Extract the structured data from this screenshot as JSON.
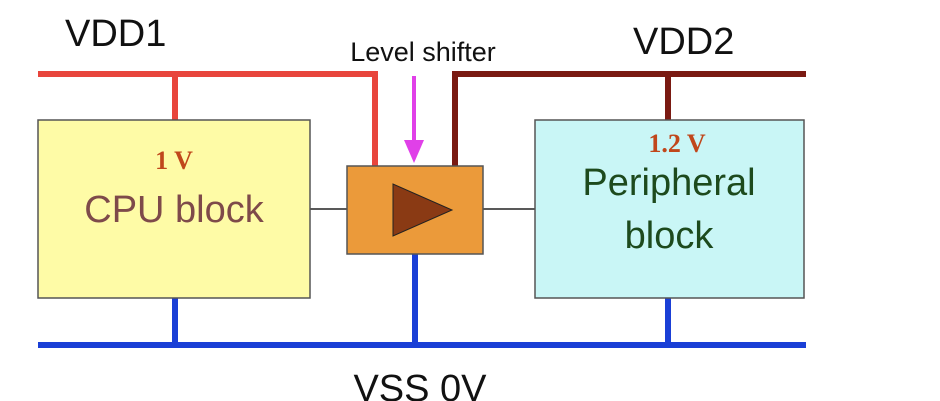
{
  "labels": {
    "vdd1": "VDD1",
    "vdd2": "VDD2",
    "level_shifter": "Level shifter",
    "vss": "VSS 0V"
  },
  "cpu_block": {
    "voltage": "1 V",
    "name": "CPU block"
  },
  "peripheral_block": {
    "voltage": "1.2 V",
    "name_line1": "Peripheral",
    "name_line2": "block"
  },
  "colors": {
    "vdd1_rail": "#e8453c",
    "vdd2_rail": "#7a1a12",
    "vss_rail": "#1a3fd6",
    "cpu_fill": "#fefba6",
    "cpu_text": "#7e4a4a",
    "peripheral_fill": "#c9f6f6",
    "peripheral_text": "#1d4a1d",
    "voltage_text": "#c0471b",
    "shifter_fill": "#eb9a3a",
    "triangle_fill": "#8a3a14",
    "arrow": "#e040e8"
  },
  "icons": {
    "buffer": "buffer-triangle-icon",
    "arrow": "arrow-down-icon"
  }
}
